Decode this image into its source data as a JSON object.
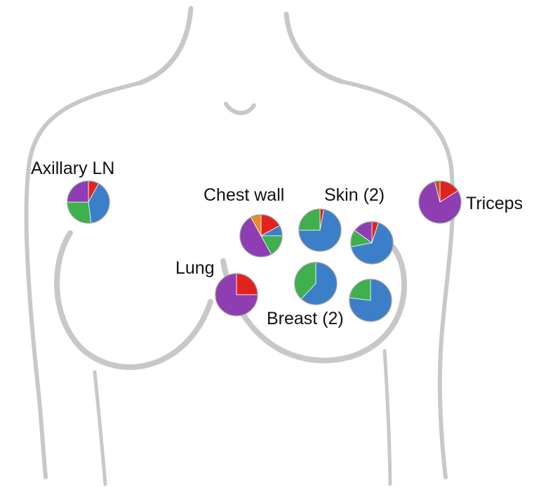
{
  "colors": {
    "blue": "#3b7fc9",
    "green": "#3fb04e",
    "purple": "#8e3db3",
    "red": "#e0231f",
    "orange": "#e8892a",
    "dark_red": "#b85a1c",
    "outline": "#c8c8c8"
  },
  "labels": {
    "axillary": "Axillary LN",
    "chest_wall": "Chest wall",
    "skin": "Skin (2)",
    "triceps": "Triceps",
    "lung": "Lung",
    "breast": "Breast (2)"
  },
  "chart_data": {
    "type": "pie",
    "pies": [
      {
        "site": "Axillary LN",
        "slices": [
          {
            "color": "red",
            "value": 0.08
          },
          {
            "color": "blue",
            "value": 0.4
          },
          {
            "color": "green",
            "value": 0.27
          },
          {
            "color": "purple",
            "value": 0.25
          }
        ]
      },
      {
        "site": "Chest wall",
        "slices": [
          {
            "color": "red",
            "value": 0.17
          },
          {
            "color": "blue",
            "value": 0.08
          },
          {
            "color": "green",
            "value": 0.17
          },
          {
            "color": "purple",
            "value": 0.5
          },
          {
            "color": "orange",
            "value": 0.08
          }
        ]
      },
      {
        "site": "Skin (2)",
        "slices": [
          {
            "color": "red",
            "value": 0.03
          },
          {
            "color": "blue",
            "value": 0.72
          },
          {
            "color": "green",
            "value": 0.25
          }
        ]
      },
      {
        "site": "Skin (2)",
        "slices": [
          {
            "color": "red",
            "value": 0.05
          },
          {
            "color": "blue",
            "value": 0.67
          },
          {
            "color": "green",
            "value": 0.13
          },
          {
            "color": "purple",
            "value": 0.15
          }
        ]
      },
      {
        "site": "Triceps",
        "slices": [
          {
            "color": "red",
            "value": 0.16
          },
          {
            "color": "purple",
            "value": 0.8
          },
          {
            "color": "dark_red",
            "value": 0.04
          }
        ]
      },
      {
        "site": "Lung",
        "slices": [
          {
            "color": "red",
            "value": 0.25
          },
          {
            "color": "purple",
            "value": 0.75
          }
        ]
      },
      {
        "site": "Breast (2)",
        "slices": [
          {
            "color": "blue",
            "value": 0.62
          },
          {
            "color": "green",
            "value": 0.38
          }
        ]
      },
      {
        "site": "Breast (2)",
        "slices": [
          {
            "color": "blue",
            "value": 0.77
          },
          {
            "color": "green",
            "value": 0.23
          }
        ]
      }
    ]
  }
}
